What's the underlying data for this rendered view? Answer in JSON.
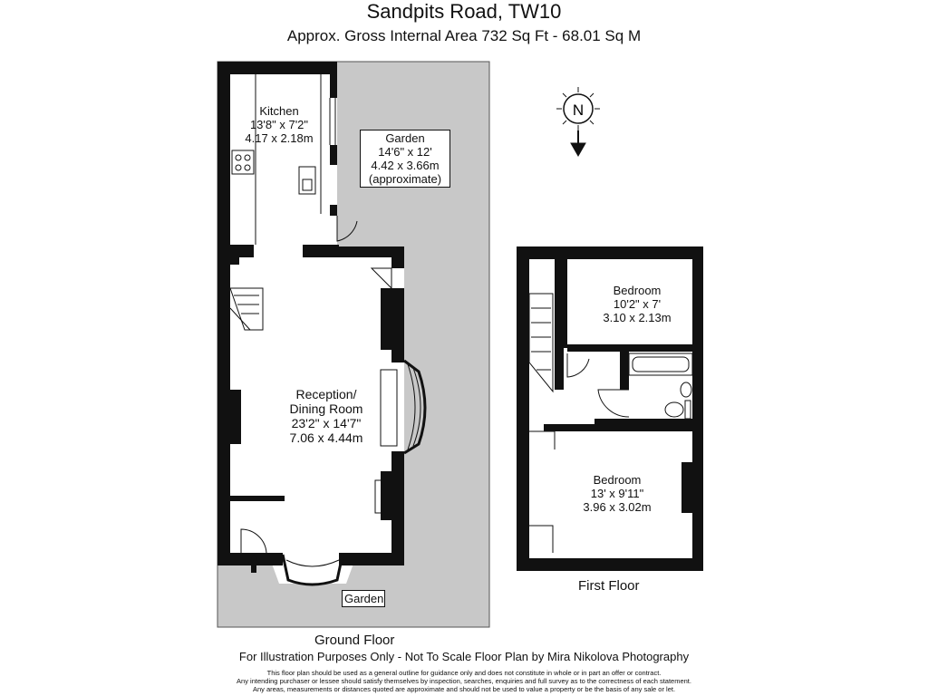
{
  "header": {
    "title": "Sandpits Road, TW10",
    "area": "Approx. Gross Internal Area   732 Sq Ft  -  68.01 Sq M"
  },
  "compass": {
    "letter": "N"
  },
  "ground_floor": {
    "label": "Ground Floor",
    "rooms": {
      "kitchen": {
        "name": "Kitchen",
        "imperial": "13'8\" x 7'2\"",
        "metric": "4.17 x 2.18m"
      },
      "garden_rear": {
        "name": "Garden",
        "imperial": "14'6\" x 12'",
        "metric": "4.42 x 3.66m",
        "note": "(approximate)"
      },
      "reception": {
        "name": "Reception/",
        "name2": "Dining Room",
        "imperial": "23'2\" x 14'7\"",
        "metric": "7.06 x 4.44m"
      },
      "garden_front": {
        "name": "Garden"
      }
    }
  },
  "first_floor": {
    "label": "First Floor",
    "rooms": {
      "bedroom1": {
        "name": "Bedroom",
        "imperial": "10'2\" x 7'",
        "metric": "3.10 x 2.13m"
      },
      "bedroom2": {
        "name": "Bedroom",
        "imperial": "13' x 9'11\"",
        "metric": "3.96 x 3.02m"
      }
    }
  },
  "footer": {
    "credit": "For Illustration Purposes Only - Not To Scale  Floor Plan by  Mira Nikolova Photography",
    "disclaimer1": "This floor plan should be used as a general outline for guidance only and does not constitute in whole or in part an offer or contract.",
    "disclaimer2": "Any intending purchaser or lessee should satisfy themselves by inspection, searches, enquiries and full survey as to the correctness of each statement.",
    "disclaimer3": "Any areas, measurements or distances quoted are approximate and should not be used to value a property or be the basis of any sale or let."
  }
}
